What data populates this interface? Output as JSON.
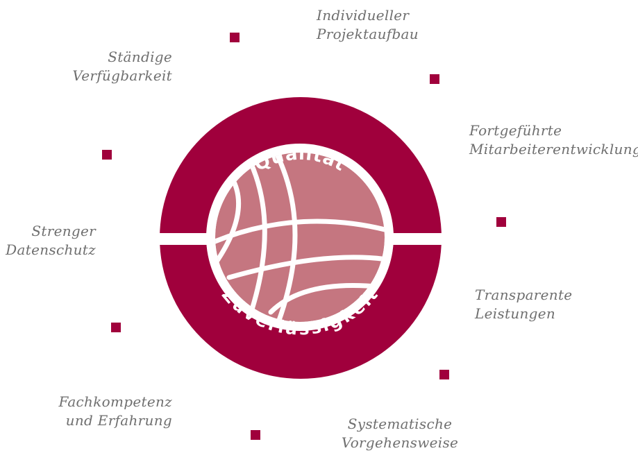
{
  "colors": {
    "ring": "#a0003c",
    "ball": "#c57680",
    "marker": "#a0003c",
    "label_text": "#6f6f6f",
    "separator": "#ffffff"
  },
  "ring": {
    "top_text": "Qualität",
    "bottom_text": "Zuverlässigkeit"
  },
  "labels": {
    "individueller": [
      "Individueller",
      "Projektaufbau"
    ],
    "staendige": [
      "Ständige",
      "Verfügbarkeit"
    ],
    "fortgefuehrte": [
      "Fortgeführte",
      "Mitarbeiterentwicklung"
    ],
    "strenger": [
      "Strenger",
      "Datenschutz"
    ],
    "transparente": [
      "Transparente",
      "Leistungen"
    ],
    "fachkompetenz": [
      "Fachkompetenz",
      "und Erfahrung"
    ],
    "systematische": [
      "Systematische",
      "Vorgehensweise"
    ]
  }
}
